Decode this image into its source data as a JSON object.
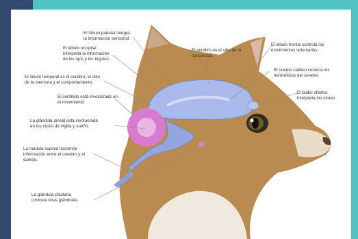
{
  "colors": {
    "frame": "#314a6d",
    "accent": "#4fc2c6",
    "brain": "#a9b9ea",
    "brain_dark": "#6f86cc",
    "cerebellum": "#d97ad1",
    "fur": "#b98b4f"
  },
  "labels": {
    "parietal": "El lóbulo parietal integra\nla información sensorial.",
    "occipital": "El lóbulo occipital\ninterpreta la información\nde los ojos y los bigotes.",
    "temporal": "El lóbulo temporal es el cerebro, el sitio\nde la memoria y el comportamiento.",
    "cerebelo": "El cerebelo está involucrado en\nel movimiento",
    "pineal": "La glándula pineal está involucrada\nen los ciclos de vigilia y sueño.",
    "medula": "La médula espinal transmite\ninformación entre el cerebro y el\ncuerpo.",
    "pituitaria": "La glándula pituitaria\ncontrola otras glándulas.",
    "cerebro": "El cerebro es el sitio de la\nconciencia",
    "frontal": "El lóbulo frontal controla los\nmovimientos voluntarios.",
    "calloso": "El cuerpo calloso conecta los\nhemisferios del cerebro",
    "olfativo": "El bulbo olfativo\ninterpreta los olores"
  }
}
